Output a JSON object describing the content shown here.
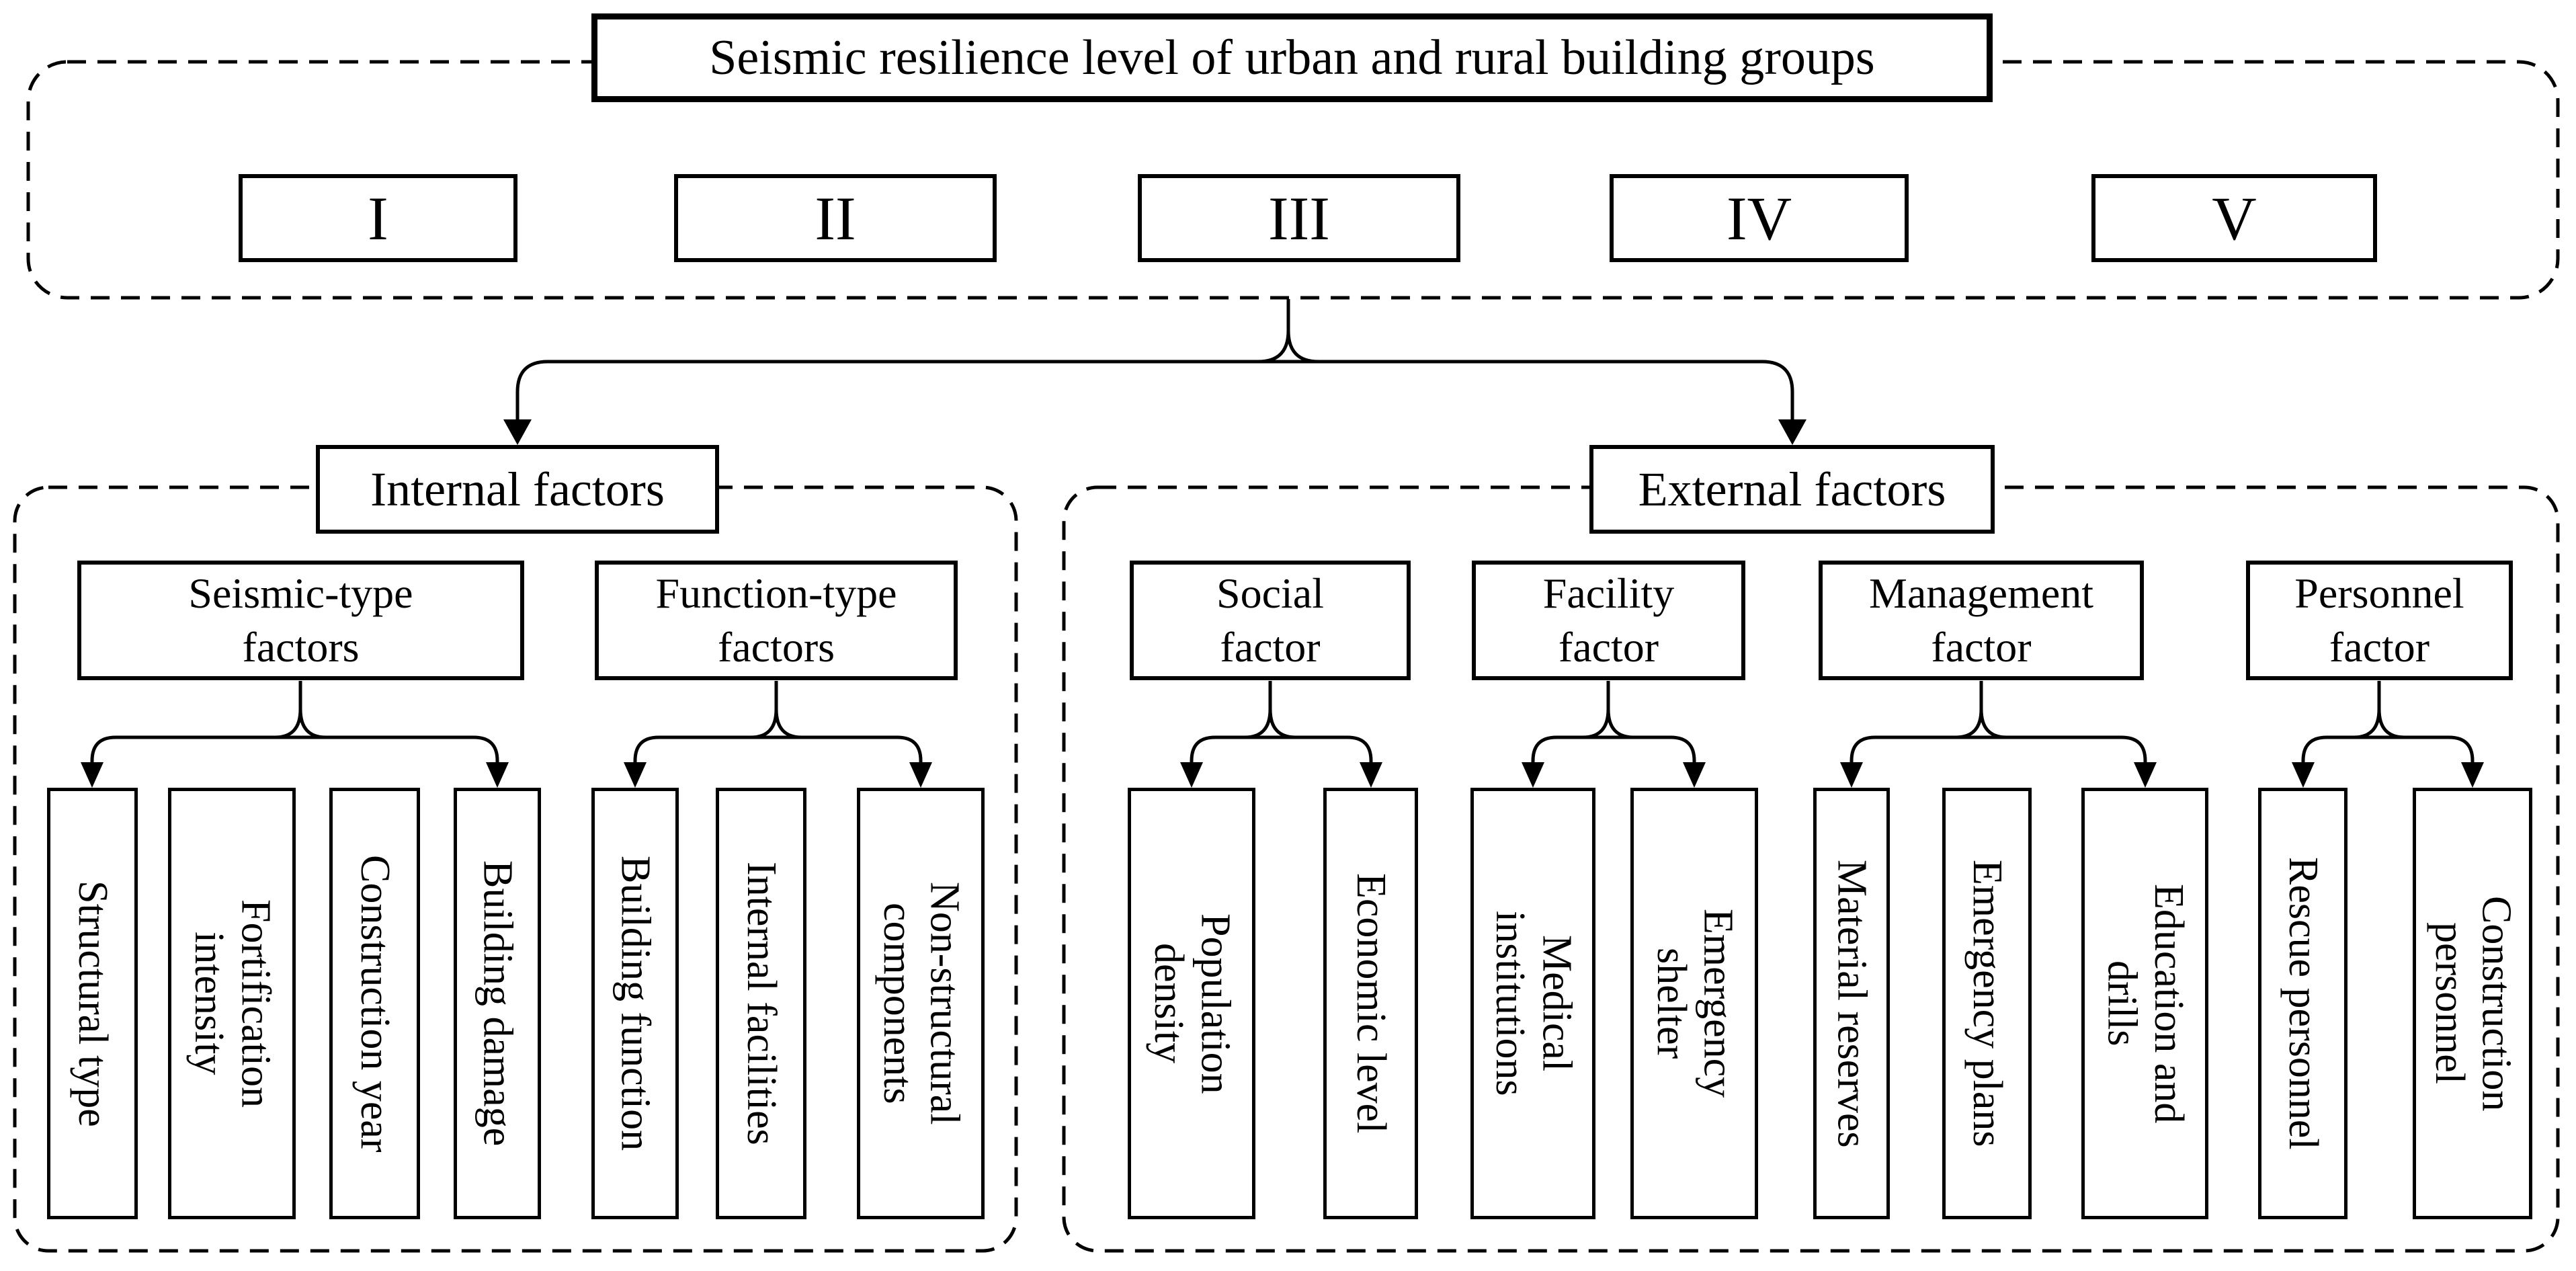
{
  "diagram": {
    "title": "Seismic resilience level of urban and rural building groups",
    "levels": [
      "I",
      "II",
      "III",
      "IV",
      "V"
    ],
    "branches": {
      "internal": "Internal factors",
      "external": "External factors"
    },
    "categories": [
      {
        "id": "seismic-type",
        "lines": [
          "Seismic-type",
          "factors"
        ]
      },
      {
        "id": "function-type",
        "lines": [
          "Function-type",
          "factors"
        ]
      },
      {
        "id": "social",
        "lines": [
          "Social",
          "factor"
        ]
      },
      {
        "id": "facility",
        "lines": [
          "Facility",
          "factor"
        ]
      },
      {
        "id": "management",
        "lines": [
          "Management",
          "factor"
        ]
      },
      {
        "id": "personnel",
        "lines": [
          "Personnel",
          "factor"
        ]
      }
    ],
    "leaves": [
      {
        "id": "structural-type",
        "lines": [
          "Structural type",
          ""
        ]
      },
      {
        "id": "fortification-intensity",
        "lines": [
          "Fortification",
          "intensity"
        ]
      },
      {
        "id": "construction-year",
        "lines": [
          "Construction year",
          ""
        ]
      },
      {
        "id": "building-damage",
        "lines": [
          "Building damage",
          ""
        ]
      },
      {
        "id": "building-function",
        "lines": [
          "Building function",
          ""
        ]
      },
      {
        "id": "internal-facilities",
        "lines": [
          "Internal facilities",
          ""
        ]
      },
      {
        "id": "non-structural-components",
        "lines": [
          "Non-structural",
          "components"
        ]
      },
      {
        "id": "population-density",
        "lines": [
          "Population",
          "density"
        ]
      },
      {
        "id": "economic-level",
        "lines": [
          "Economic level",
          ""
        ]
      },
      {
        "id": "medical-institutions",
        "lines": [
          "Medical",
          "institutions"
        ]
      },
      {
        "id": "emergency-shelter",
        "lines": [
          "Emergency",
          "shelter"
        ]
      },
      {
        "id": "material-reserves",
        "lines": [
          "Material reserves",
          ""
        ]
      },
      {
        "id": "emergency-plans",
        "lines": [
          "Emergency plans",
          ""
        ]
      },
      {
        "id": "education-and-drills",
        "lines": [
          "Education and",
          "drills"
        ]
      },
      {
        "id": "rescue-personnel",
        "lines": [
          "Rescue personnel",
          ""
        ]
      },
      {
        "id": "construction-personnel",
        "lines": [
          "Construction",
          "personnel"
        ]
      }
    ],
    "colors": {
      "line": "#000000",
      "background": "#ffffff"
    }
  }
}
